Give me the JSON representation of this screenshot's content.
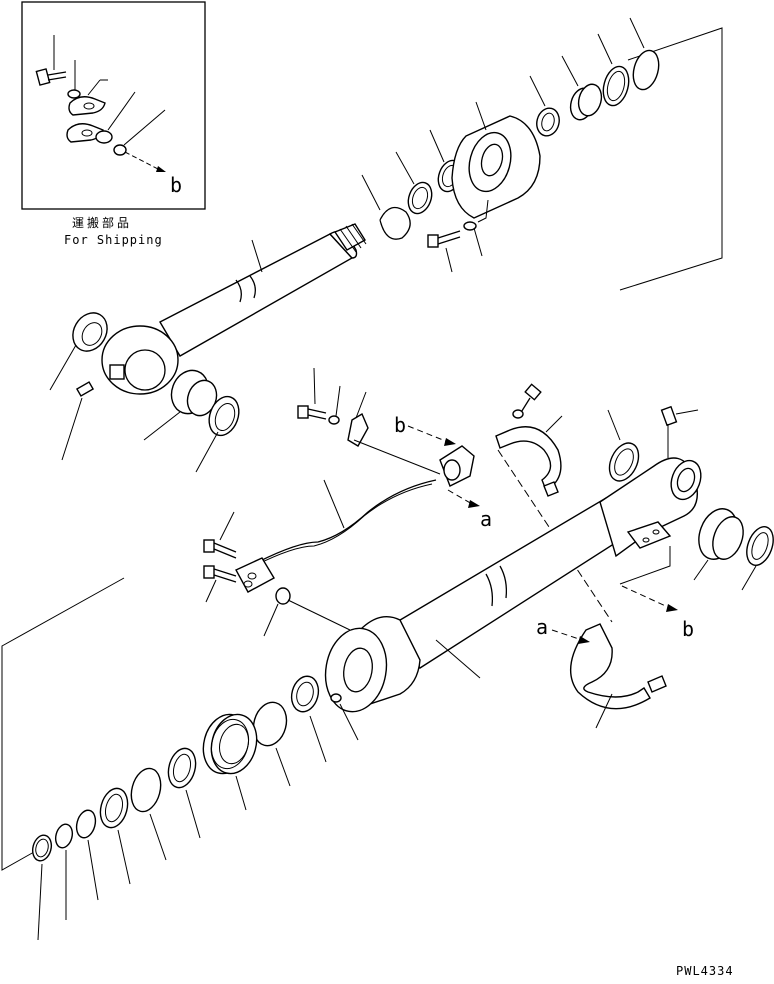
{
  "inset": {
    "jp_label": "運搬部品",
    "en_label": "For Shipping",
    "ref_b": "b"
  },
  "refs": {
    "b_upper": "b",
    "a_upper": "a",
    "a_lower": "a",
    "b_lower": "b"
  },
  "drawing_no": "PWL4334"
}
